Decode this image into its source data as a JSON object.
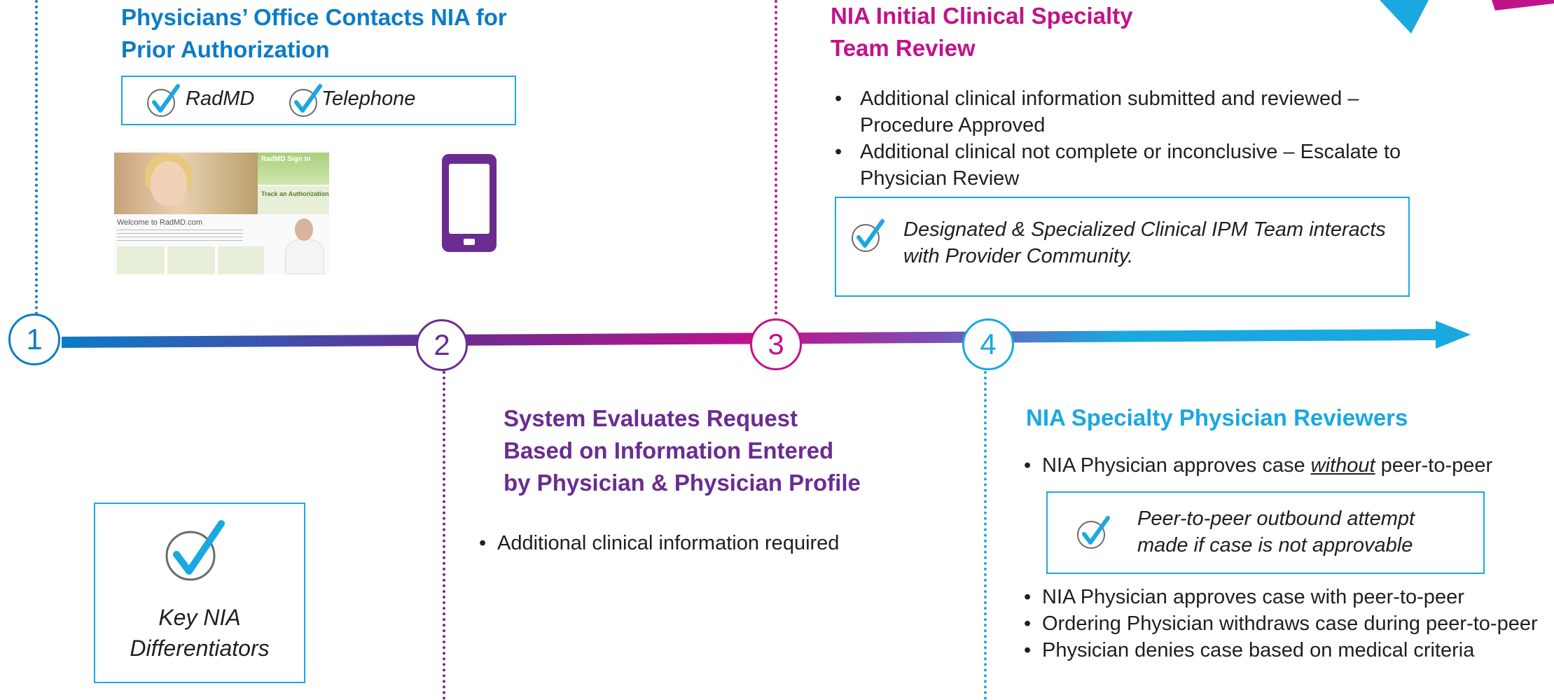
{
  "colors": {
    "blue": "#0b7cc8",
    "magenta": "#c2128a",
    "purple": "#6a2c91",
    "cyan": "#1aa8e0",
    "text": "#1f1f1f"
  },
  "steps": [
    {
      "number": "1",
      "title_lines": [
        "Physicians’ Office Contacts NIA for",
        "Prior Authorization"
      ],
      "options": [
        "RadMD",
        "Telephone"
      ],
      "screenshot": {
        "sign_in": "RadMD Sign In",
        "track": "Track an Authorization",
        "welcome": "Welcome to RadMD.com"
      }
    },
    {
      "number": "2",
      "title_lines": [
        "System Evaluates Request",
        "Based on Information Entered",
        "by Physician & Physician Profile"
      ],
      "bullets": [
        "Additional clinical information required"
      ]
    },
    {
      "number": "3",
      "title_lines": [
        "NIA Initial Clinical Specialty",
        "Team Review"
      ],
      "bullets": [
        "Additional clinical information submitted and reviewed – Procedure Approved",
        "Additional clinical not complete or inconclusive – Escalate to Physician Review"
      ],
      "callout": [
        "Designated & Specialized Clinical IPM Team interacts",
        "with Provider Community."
      ]
    },
    {
      "number": "4",
      "title": "NIA Specialty Physician Reviewers",
      "bullet_first": {
        "before": "NIA Physician approves case ",
        "emphasis": "without",
        "after": " peer-to-peer"
      },
      "callout": [
        "Peer-to-peer outbound attempt",
        "made if case is not approvable"
      ],
      "bullets_after": [
        "NIA Physician approves case with peer-to-peer",
        "Ordering Physician withdraws case during peer-to-peer",
        "Physician denies case based on medical criteria"
      ]
    }
  ],
  "legend": {
    "lines": [
      "Key NIA",
      "Differentiators"
    ]
  }
}
